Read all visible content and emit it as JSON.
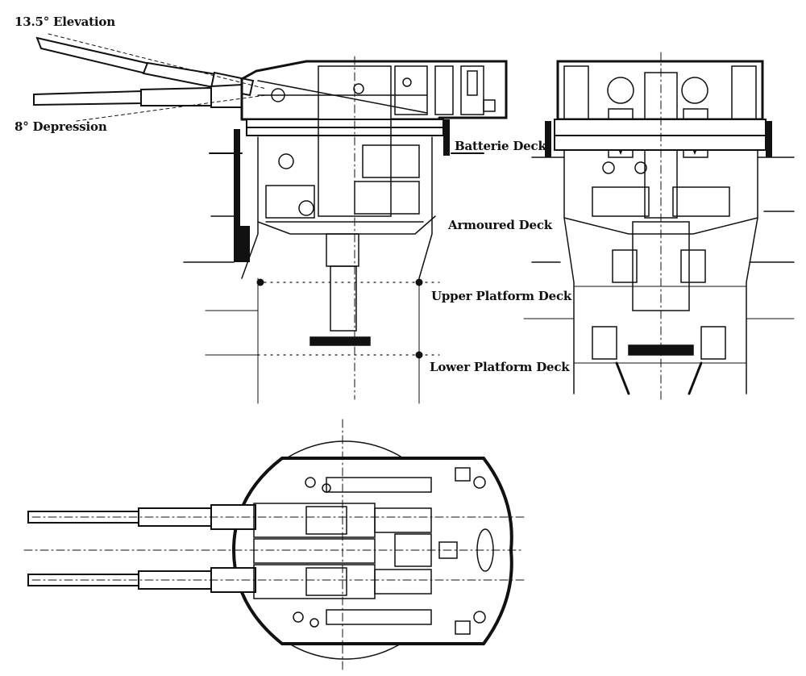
{
  "labels": {
    "elevation": "13.5° Elevation",
    "depression": "8° Depression",
    "batterie_deck": "Batterie Deck",
    "armoured_deck": "Armoured Deck",
    "upper_platform_deck": "Upper Platform Deck",
    "lower_platform_deck": "Lower Platform Deck"
  },
  "colors": {
    "ink": "#111111",
    "paper": "#ffffff",
    "grey": "#9a9a9a"
  }
}
